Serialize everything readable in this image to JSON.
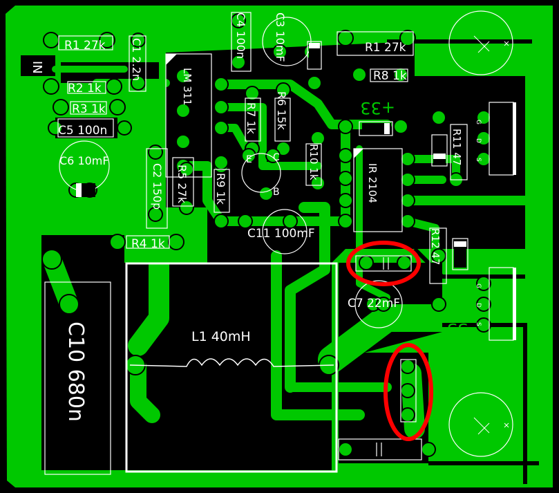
{
  "colors": {
    "board": "#000000",
    "copper": "#00c800",
    "silkscreen": "#ffffff",
    "highlight": "#ff0000"
  },
  "labels": {
    "r1": "R1 27k",
    "c1": "C1 2.2n",
    "r2": "R2 1k",
    "r3": "R3 1k",
    "c5": "C5 100n",
    "c6": "C6 10mF",
    "lm311": "LM 311",
    "c2": "C2 150p",
    "r5": "R5 27k",
    "r4": "R4 1k",
    "c4": "C4 100n",
    "c3": "C3 10mF",
    "r7": "R7 1k",
    "r6": "R6 15k",
    "r9": "R9 1k",
    "e": "E",
    "c_pin": "C",
    "b": "B",
    "c11": "C11 100mF",
    "r10": "R10 1k",
    "ir2104": "IR 2104",
    "r1b": "R1 27k",
    "r8": "R8 1k",
    "plus33": "+33",
    "r11": "R11 47",
    "r12": "R12 47",
    "c7": "C7 22mF",
    "minus33": "-33",
    "l1": "L1 40mH",
    "c10": "C10 680n",
    "in": "IN",
    "gds1": [
      "G",
      "D",
      "S"
    ],
    "gds2": [
      "G",
      "D",
      "S"
    ]
  }
}
